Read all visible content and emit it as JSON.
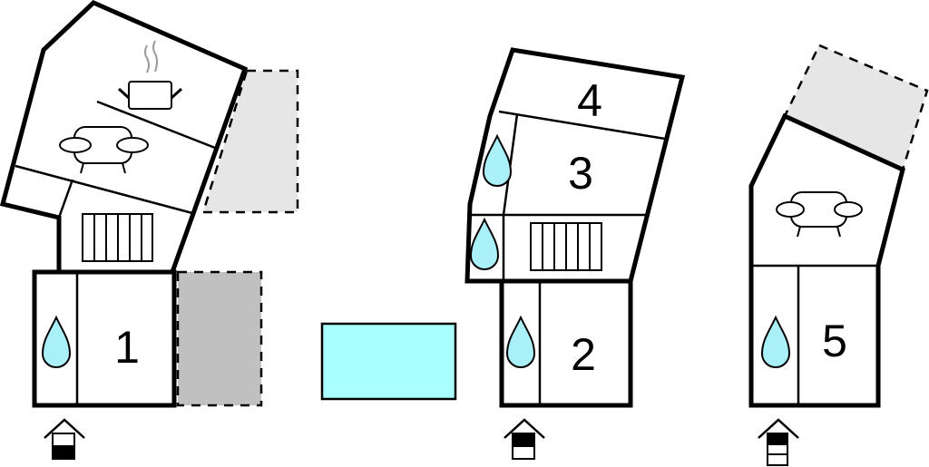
{
  "rooms": {
    "r1": "1",
    "r2": "2",
    "r3": "3",
    "r4": "4",
    "r5": "5"
  },
  "colors": {
    "pool": "#aaffff",
    "terrace_light": "#e6e6e6",
    "terrace_dark": "#c0c0c0",
    "water": "#aaf0f8"
  },
  "floor_indicators": [
    {
      "building": "left",
      "floors": 2,
      "current_level": 1
    },
    {
      "building": "middle",
      "floors": 2,
      "current_level": 2
    },
    {
      "building": "right",
      "floors": 3,
      "current_level": 3
    }
  ]
}
